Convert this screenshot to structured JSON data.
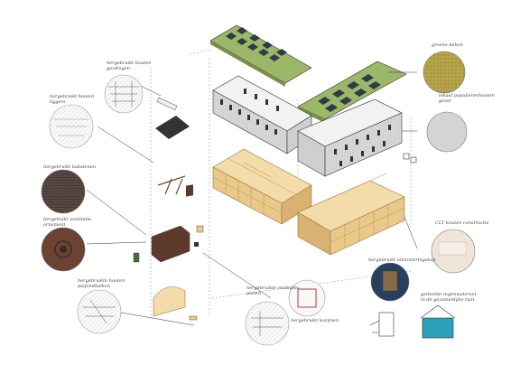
{
  "labels": {
    "houten_gordingen": "hergebruikt houten\ngordingen",
    "houten_liggers": "hergebruikt houten\nliggers",
    "bakstenen": "hergebruikt bakstenen",
    "ventilatie_ornament": "hergebuikt ventilatie\nornament",
    "houten_plafondbalken": "hergebruikte houten\nplafondbalken",
    "multiplex_platen": "hergebruikte multiplex\nplaten",
    "kozijnen": "hergebruikt kozijnen",
    "groene_daken": "groene daken",
    "populierenhout": "lokaal populierenhouten\ngevel",
    "clt": "CLT houten constructie",
    "uitzonteringskap": "hergebruikt uitzonteringskap",
    "regenwater": "gedeelde regenwaterset\nin de gezamenlijke tuin"
  },
  "colors": {
    "wood": "#e9c98a",
    "wood_dark": "#c99a55",
    "roof_green": "#8fae5a",
    "concrete": "#d9d9d9",
    "brick_dark": "#5a3a2c",
    "line": "#333333",
    "water": "#2aa1b8"
  },
  "icons": [
    "photo-circle",
    "sketch-circle",
    "solar-panel",
    "window-frame",
    "stair-tower"
  ]
}
